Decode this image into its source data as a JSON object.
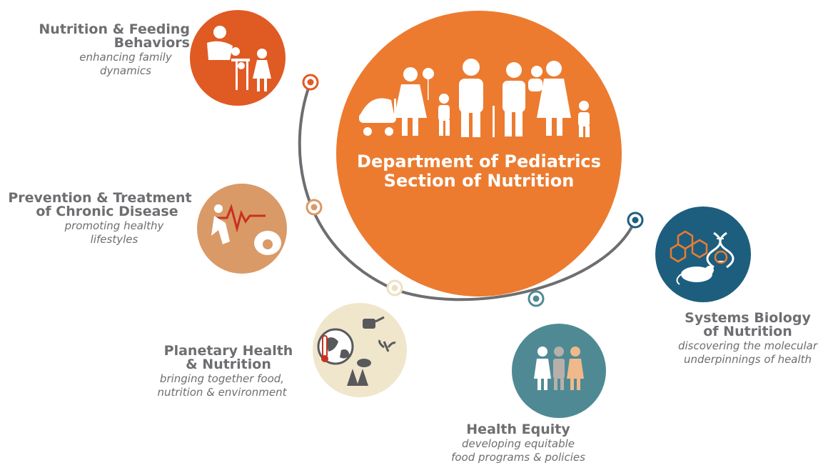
{
  "center": {
    "title_line1": "Department of Pediatrics",
    "title_line2": "Section of Nutrition",
    "color": "#ec7b30"
  },
  "topics": [
    {
      "title_lines": [
        "Nutrition & Feeding",
        "Behaviors"
      ],
      "subtitle_lines": [
        "enhancing family",
        "dynamics"
      ],
      "color": "#e05a24",
      "icon": "family-feeding-icon"
    },
    {
      "title_lines": [
        "Prevention & Treatment",
        "of Chronic Disease"
      ],
      "subtitle_lines": [
        "promoting healthy",
        "lifestyles"
      ],
      "color": "#d99a68",
      "icon": "exercise-heartbeat-avocado-icon"
    },
    {
      "title_lines": [
        "Planetary Health",
        "& Nutrition"
      ],
      "subtitle_lines": [
        "bringing together food,",
        "nutrition & environment"
      ],
      "color": "#f0e6cc",
      "icon": "globe-thermometer-watering-can-icon"
    },
    {
      "title_lines": [
        "Health Equity"
      ],
      "subtitle_lines": [
        "developing equitable",
        "food programs & policies"
      ],
      "color": "#4f8a94",
      "icon": "three-people-icon"
    },
    {
      "title_lines": [
        "Systems Biology",
        "of Nutrition"
      ],
      "subtitle_lines": [
        "discovering the molecular",
        "underpinnings of health"
      ],
      "color": "#1d5e7e",
      "icon": "molecule-dna-mouse-icon"
    }
  ],
  "arc_color": "#6d6e71",
  "text_color": "#6d6e71"
}
